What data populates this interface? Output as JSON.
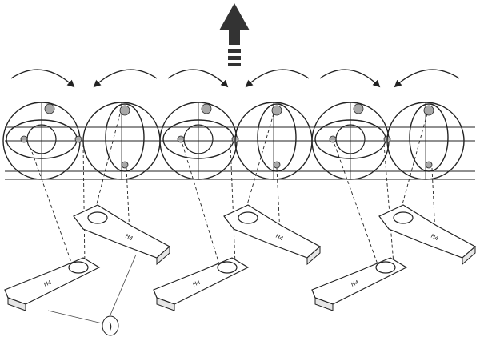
{
  "diagram": {
    "part_mark": "H4",
    "callout_label": ")",
    "colors": {
      "line": "#222222",
      "pin_fill": "#a8a8a8",
      "arrow_fill": "#333333",
      "background": "#ffffff"
    },
    "main_arrow_icon": "upward-feed-arrow-icon",
    "rotation_arrow_icon": "curved-rotation-arrow-icon",
    "wheel_count": 6,
    "part_count": 6
  }
}
